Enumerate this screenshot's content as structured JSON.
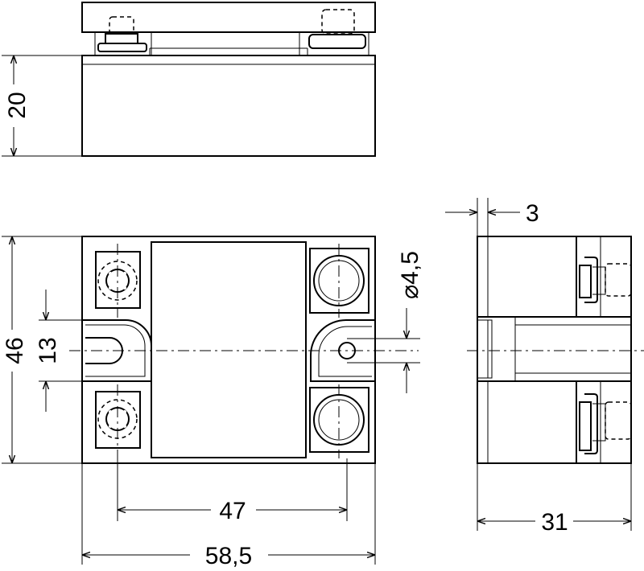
{
  "dimensions": {
    "height_top": "20",
    "gap_side": "3",
    "diameter": "⌀4,5",
    "height_front": "46",
    "slot": "13",
    "hole_spacing": "47",
    "width_front": "58,5",
    "depth_side": "31"
  }
}
